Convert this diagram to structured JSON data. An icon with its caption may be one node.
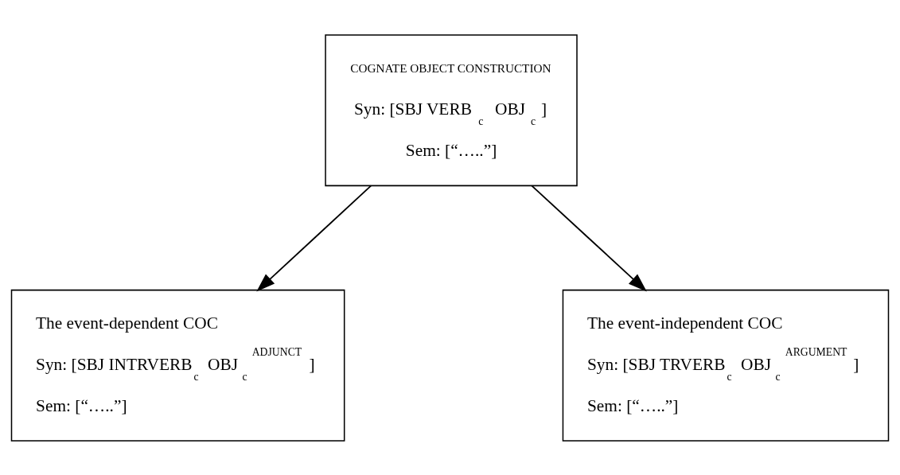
{
  "diagram": {
    "nodes": [
      {
        "text": [
          "COGNATE OBJECT CONSTRUCTION",
          "Syn: [SBJ VERB$_{c}$ OBJ$_{c}$]",
          "Sem: [“…..”]"
        ]
      },
      {
        "text": [
          "The event-dependent COC",
          "Syn: [SBJ INTRVERB$_{c}$ OBJ$_{c}$$^{ADJUNCT}$]",
          "Sem: [“…..”]"
        ]
      },
      {
        "text": [
          "The event-independent COC",
          "Syn: [SBJ TRVERB$_{c}$ OBJ$_{c}$$^{ARGUMENT}$]",
          "Sem: [“…..”]"
        ]
      }
    ],
    "edges": [
      {
        "from": 0,
        "to": 1,
        "arrow": "to"
      },
      {
        "from": 0,
        "to": 2,
        "arrow": "to"
      }
    ]
  }
}
